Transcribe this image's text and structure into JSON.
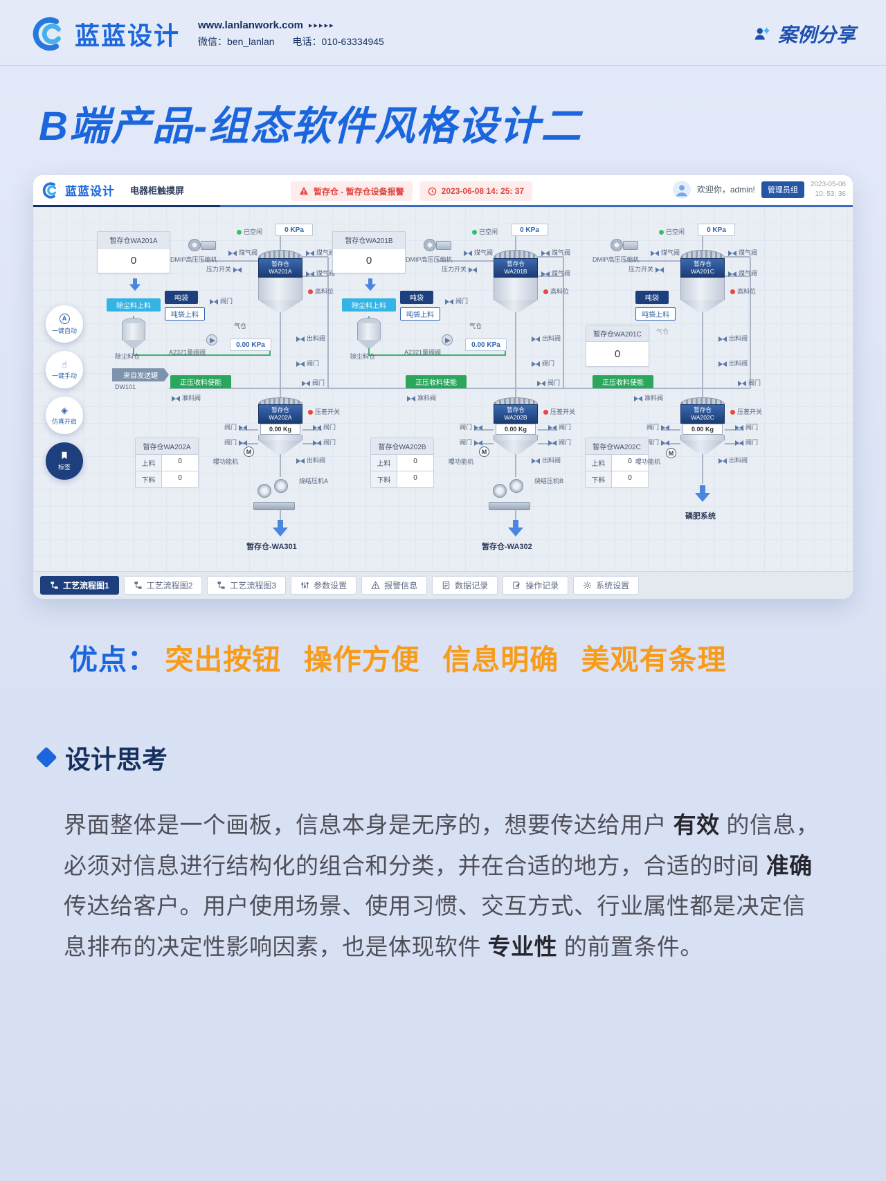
{
  "page": {
    "header": {
      "logo_text": "蓝蓝设计",
      "website": "www.lanlanwork.com",
      "website_arrows": "▸▸▸▸▸",
      "wechat_label": "微信：",
      "wechat_value": "ben_lanlan",
      "phone_label": "电话：",
      "phone_value": "010-63334945",
      "case_share": "案例分享"
    },
    "title": "B端产品-组态软件风格设计二",
    "advantages": {
      "label": "优点：",
      "items": [
        "突出按钮",
        "操作方便",
        "信息明确",
        "美观有条理"
      ]
    },
    "thinking": {
      "heading": "设计思考",
      "paragraph": [
        {
          "text": "界面整体是一个画板，信息本身是无序的，想要传达给用户 "
        },
        {
          "text": "有效",
          "bold": true
        },
        {
          "text": " 的信息，必须对信息进行结构化的组合和分类，并在合适的地方，合适的时间 "
        },
        {
          "text": "准确",
          "bold": true
        },
        {
          "text": " 传达给客户。用户使用场景、使用习惯、交互方式、行业属性都是决定信息排布的决定性影响因素，也是体现软件 "
        },
        {
          "text": "专业性",
          "bold": true
        },
        {
          "text": " 的前置条件。"
        }
      ]
    }
  },
  "app": {
    "logo_text": "蓝蓝设计",
    "title": "电器柜触摸屏",
    "alarm": {
      "message": "暂存仓 - 暂存仓设备报警",
      "time": "2023-06-08  14: 25: 37"
    },
    "user": {
      "welcome": "欢迎你，admin!",
      "role_badge": "管理员组",
      "date": "2023-05-08",
      "time": "10: 53: 36"
    },
    "sidebar": [
      {
        "label": "一键自动",
        "icon": "A"
      },
      {
        "label": "一键手动",
        "icon": "☝"
      },
      {
        "label": "仿真开启",
        "icon": "◈"
      },
      {
        "label": "标签"
      }
    ],
    "tabs": [
      {
        "label": "工艺流程图1"
      },
      {
        "label": "工艺流程图2"
      },
      {
        "label": "工艺流程图3"
      },
      {
        "label": "参数设置"
      },
      {
        "label": "报警信息"
      },
      {
        "label": "数据记录"
      },
      {
        "label": "操作记录"
      },
      {
        "label": "系统设置"
      }
    ],
    "shared": {
      "compressor": "DMIP高压压缩机",
      "idle": "已空闲",
      "kpa0": "0 KPa",
      "gas_valve": "煤气阀",
      "pressure_switch": "压力开关",
      "high_level": "高料位",
      "valve": "阀门",
      "gas_bin": "气仓",
      "out_valve": "出料阀",
      "diff_switch": "压差开关",
      "motor": "曝功能机",
      "motor_m": "M",
      "feed_row": "上料",
      "discharge_row": "下料",
      "pos_enable": "正压收料使能",
      "ready_valve": "准料阀",
      "ton_bag": "吨袋",
      "ton_bag_feed": "吨袋上料"
    },
    "trains": [
      {
        "silo_title": "暂存仓WA201A",
        "silo_value": "0",
        "tank_line1": "暂存仓",
        "tank_code": "WA201A",
        "dust_feed": "除尘料上料",
        "dust_bin": "除尘料仓",
        "meter_valve": "A2321量阀阀",
        "kpa_display": "0.00 KPa",
        "from_label": "来自发送罐",
        "from_code": "DW101",
        "bottom_code": "WA202A",
        "bottom_value": "0.00 Kg",
        "table_title": "暂存仓WA202A",
        "feed_value": "0",
        "discharge_value": "0",
        "machine": "烧结压机A",
        "dest": "暂存仓-WA301"
      },
      {
        "silo_title": "暂存仓WA201B",
        "silo_value": "0",
        "tank_line1": "暂存仓",
        "tank_code": "WA201B",
        "dust_feed": "除尘料上料",
        "dust_bin": "除尘料仓",
        "meter_valve": "A2321量阀阀",
        "kpa_display": "0.00 KPa",
        "bottom_code": "WA202B",
        "bottom_value": "0.00 Kg",
        "table_title": "暂存仓WA202B",
        "feed_value": "0",
        "discharge_value": "0",
        "machine": "烧结压机B",
        "dest": "暂存仓-WA302"
      },
      {
        "silo_title": "暂存仓WA201C",
        "silo_value": "0",
        "tank_line1": "暂存仓",
        "tank_code": "WA201C",
        "gas_bin": "气仓",
        "bottom_code": "WA202C",
        "bottom_value": "0.00 Kg",
        "table_title": "暂存仓WA202C",
        "feed_value": "0",
        "discharge_value": "0",
        "dest": "磷肥系统"
      }
    ]
  }
}
